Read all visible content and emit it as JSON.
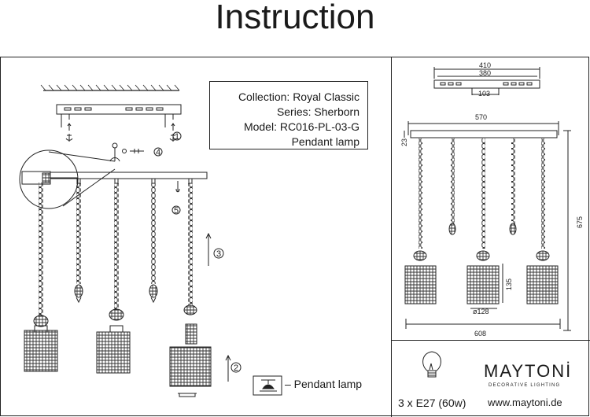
{
  "title": "Instruction",
  "info": {
    "collection": "Collection: Royal Classic",
    "series": "Series: Sherborn",
    "model": "Model: RC016-PL-03-G",
    "type": "Pendant lamp"
  },
  "legend": "– Pendant lamp",
  "steps": [
    "1",
    "2",
    "3",
    "4",
    "5"
  ],
  "dimensions": {
    "top_width": "410",
    "inner_width": "380",
    "hole_spacing": "103",
    "canopy_width": "570",
    "canopy_height": "23",
    "total_height": "675",
    "shade_height": "135",
    "shade_diameter": "ø128",
    "total_width": "608"
  },
  "bulb_spec": "3 x E27 (60w)",
  "brand": "MAYTONİ",
  "brand_tagline": "DECORATIVE LIGHTING",
  "website": "www.maytoni.de"
}
